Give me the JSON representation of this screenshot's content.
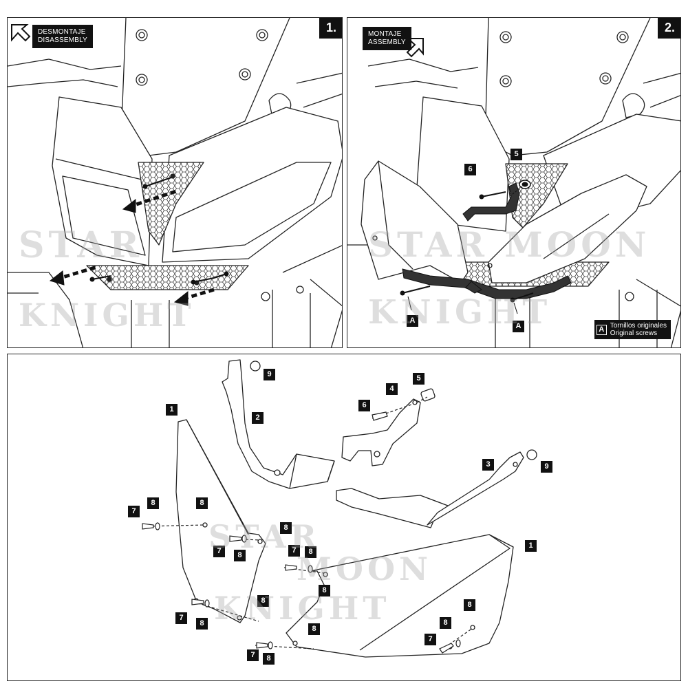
{
  "steps": {
    "disassembly": {
      "number": "1.",
      "label_es": "DESMONTAJE",
      "label_en": "DISASSEMBLY"
    },
    "assembly": {
      "number": "2.",
      "label_es": "MONTAJE",
      "label_en": "ASSEMBLY"
    }
  },
  "assembly_callouts": {
    "bracket_spacer": "5",
    "screw": "6",
    "original_screw_left": "A",
    "original_screw_right": "A"
  },
  "legend": {
    "letter": "A",
    "text_es": "Tornillos originales",
    "text_en": "Original screws"
  },
  "parts": {
    "side_panel": "1",
    "left_bracket": "2",
    "right_bracket": "3",
    "center_bracket": "4",
    "spacer": "5",
    "screw_bracket": "6",
    "screw_panel": "7",
    "washer": "8",
    "cap": "9"
  },
  "watermark": {
    "line1": "STAR",
    "line2": "MOON",
    "line3": "KNIGHT",
    "p1_line2": "KNIGHT",
    "p2_line1": "STAR MOON",
    "p2_line2": "KNIGHT"
  }
}
